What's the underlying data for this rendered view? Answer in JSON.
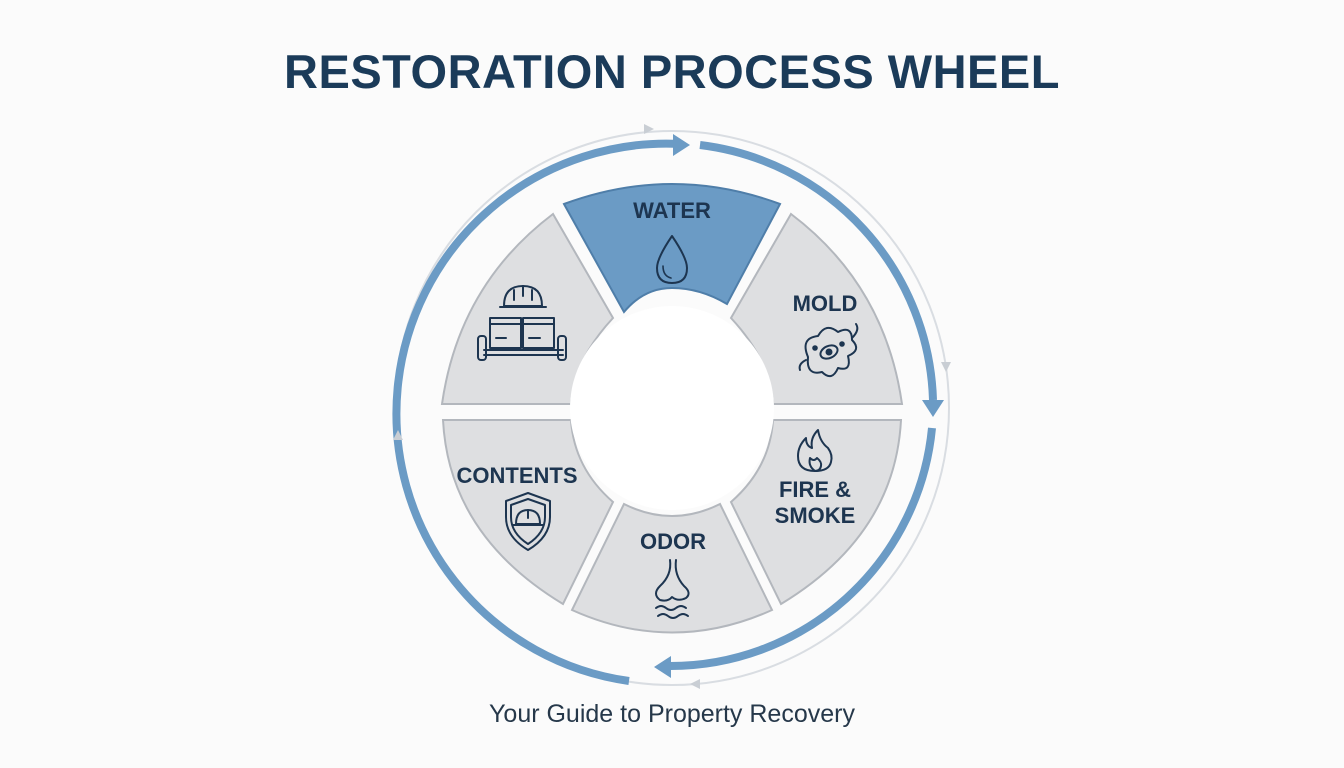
{
  "title": "RESTORATION PROCESS WHEEL",
  "subtitle": "Your Guide to Property Recovery",
  "segments": {
    "water": "WATER",
    "mold": "MOLD",
    "fire_line1": "FIRE &",
    "fire_line2": "SMOKE",
    "odor": "ODOR",
    "contents": "CONTENTS"
  },
  "colors": {
    "accent_blue": "#6b9bc5",
    "segment_gray": "#dedfe1",
    "text_navy": "#1b3b59"
  },
  "icons": {
    "water": "water-drop-icon",
    "mold": "mold-spore-icon",
    "fire": "flame-icon",
    "odor": "nose-odor-icon",
    "contents": "shield-hardhat-icon",
    "construction": "hardhat-boxes-cart-icon"
  }
}
